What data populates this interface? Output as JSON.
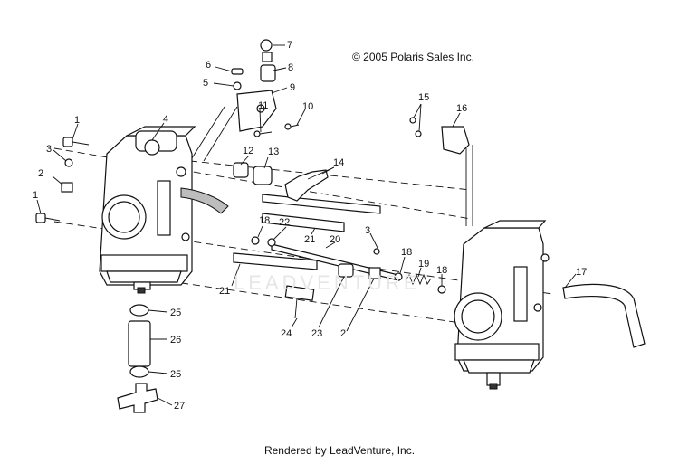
{
  "copyright": "© 2005 Polaris Sales Inc.",
  "footer": "Rendered by LeadVenture, Inc.",
  "watermark": "LEADVENTURE",
  "callouts": [
    "1",
    "1",
    "2",
    "2",
    "3",
    "3",
    "4",
    "5",
    "6",
    "7",
    "8",
    "9",
    "10",
    "11",
    "12",
    "13",
    "14",
    "15",
    "16",
    "17",
    "18",
    "18",
    "18",
    "19",
    "20",
    "21",
    "21",
    "22",
    "23",
    "24",
    "25",
    "25",
    "26",
    "27"
  ]
}
